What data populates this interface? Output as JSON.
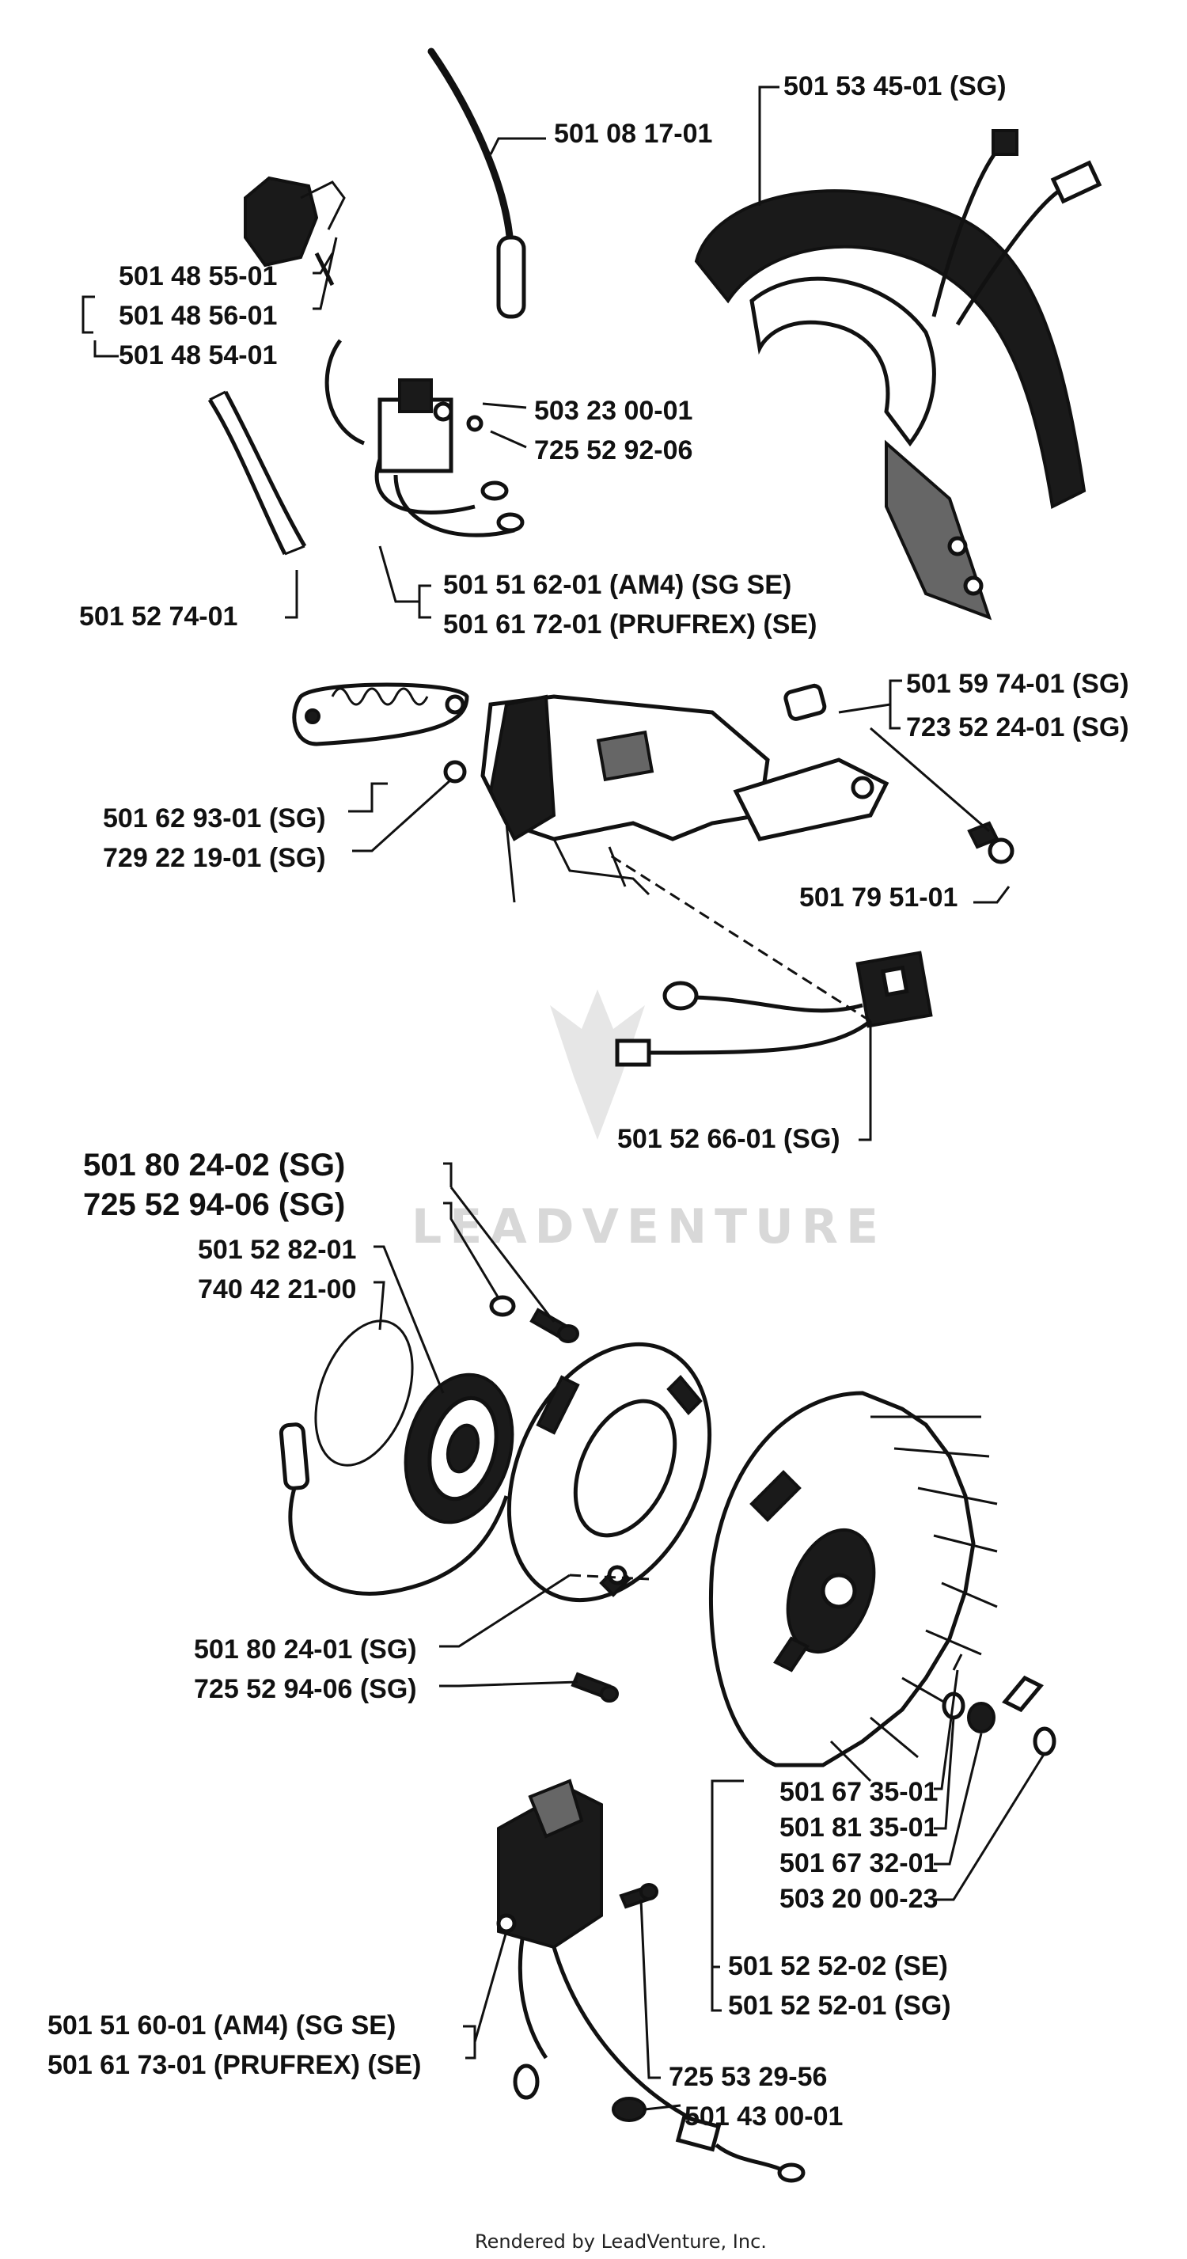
{
  "labels": {
    "p501081701": "501 08 17-01",
    "p501534501": "501 53 45-01 (SG)",
    "p501485501": "501 48 55-01",
    "p501485601": "501 48 56-01",
    "p501485401": "501 48 54-01",
    "p503230001": "503 23 00-01",
    "p725529206a": "725 52 92-06",
    "p501527401": "501 52 74-01",
    "p501516201": "501 51 62-01 (AM4) (SG SE)",
    "p501617201": "501 61 72-01 (PRUFREX) (SE)",
    "p501597401": "501 59 74-01 (SG)",
    "p723522401": "723 52 24-01 (SG)",
    "p501629301": "501 62 93-01 (SG)",
    "p729221901": "729 22 19-01 (SG)",
    "p501795101": "501 79 51-01",
    "p501526601": "501 52 66-01 (SG)",
    "p501802402": "501 80 24-02 (SG)",
    "p725529406a": "725 52 94-06 (SG)",
    "p501528201": "501 52 82-01",
    "p740422100": "740 42 21-00",
    "p501802401": "501 80 24-01 (SG)",
    "p725529406b": "725 52 94-06 (SG)",
    "p501673501": "501 67 35-01",
    "p501813501": "501 81 35-01",
    "p501673201": "501 67 32-01",
    "p503200023": "503 20 00-23",
    "p501525202": "501 52 52-02 (SE)",
    "p501525201": "501 52 52-01 (SG)",
    "p501516001": "501 51 60-01 (AM4) (SG SE)",
    "p501617301": "501 61 73-01 (PRUFREX) (SE)",
    "p725532956": "725 53 29-56",
    "p501430001": "501 43 00-01"
  },
  "watermark": "LEADVENTURE",
  "footer": "Rendered by LeadVenture, Inc.",
  "colors": {
    "ink": "#111111",
    "watermark": "#d8d8d8",
    "background": "#ffffff"
  }
}
